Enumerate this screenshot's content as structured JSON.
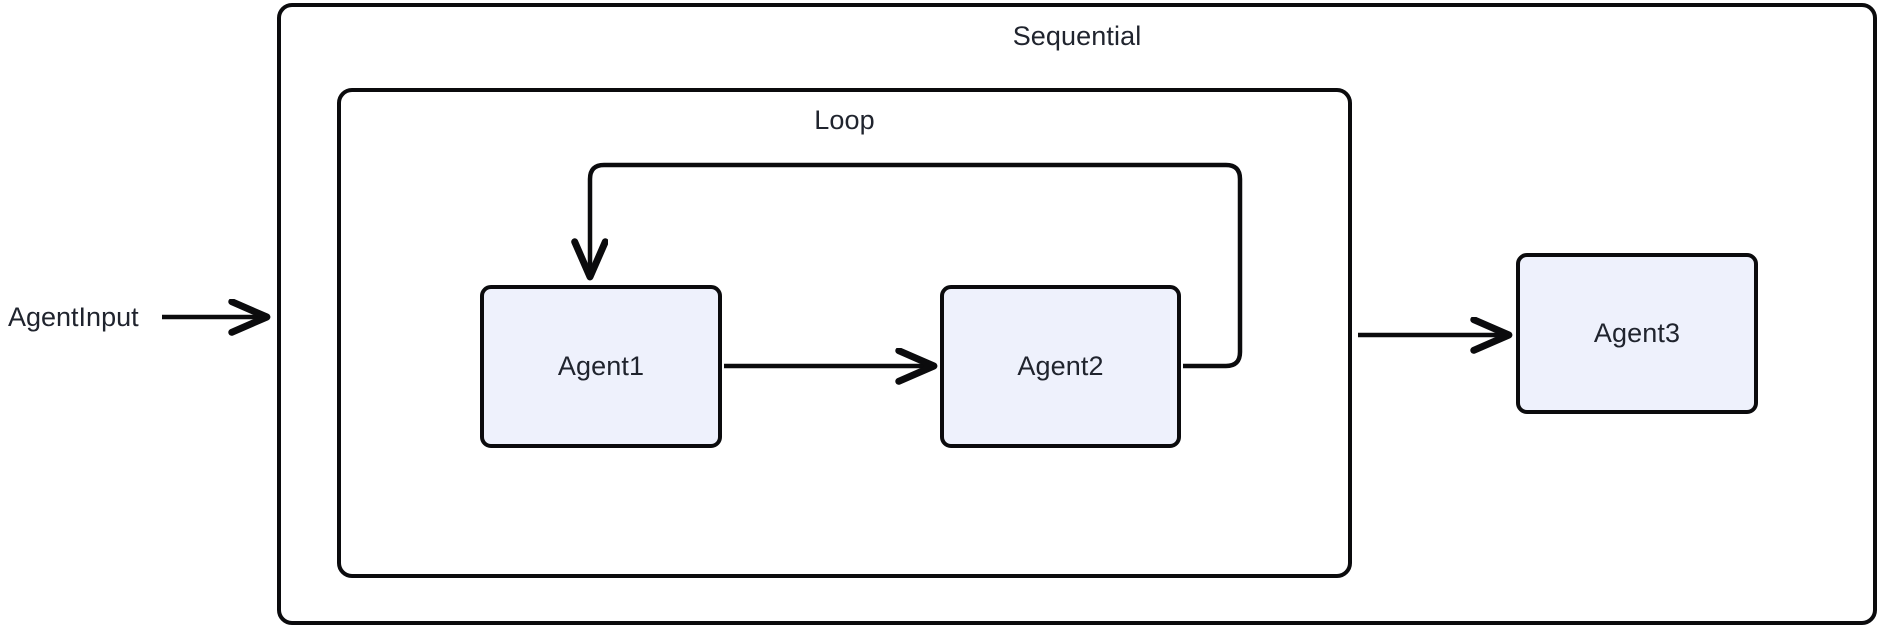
{
  "diagram": {
    "title": "Sequential agent workflow with inner loop",
    "background": "#ffffff",
    "stroke_color": "#0b0b0d",
    "node_fill": "#eef1fc",
    "text_color": "#20242e"
  },
  "groups": [
    {
      "id": "sequential",
      "label": "Sequential"
    },
    {
      "id": "loop",
      "label": "Loop"
    }
  ],
  "nodes": [
    {
      "id": "agent1",
      "label": "Agent1"
    },
    {
      "id": "agent2",
      "label": "Agent2"
    },
    {
      "id": "agent3",
      "label": "Agent3"
    }
  ],
  "external_labels": [
    {
      "id": "agent-input",
      "label": "AgentInput"
    }
  ],
  "edges": [
    {
      "id": "input-to-sequential",
      "from": "AgentInput",
      "to": "Sequential",
      "arrow": true
    },
    {
      "id": "agent1-to-agent2",
      "from": "Agent1",
      "to": "Agent2",
      "arrow": true
    },
    {
      "id": "agent2-to-agent1-loopback",
      "from": "Agent2",
      "to": "Agent1",
      "arrow": true
    },
    {
      "id": "loop-to-agent3",
      "from": "Loop",
      "to": "Agent3",
      "arrow": true
    }
  ]
}
